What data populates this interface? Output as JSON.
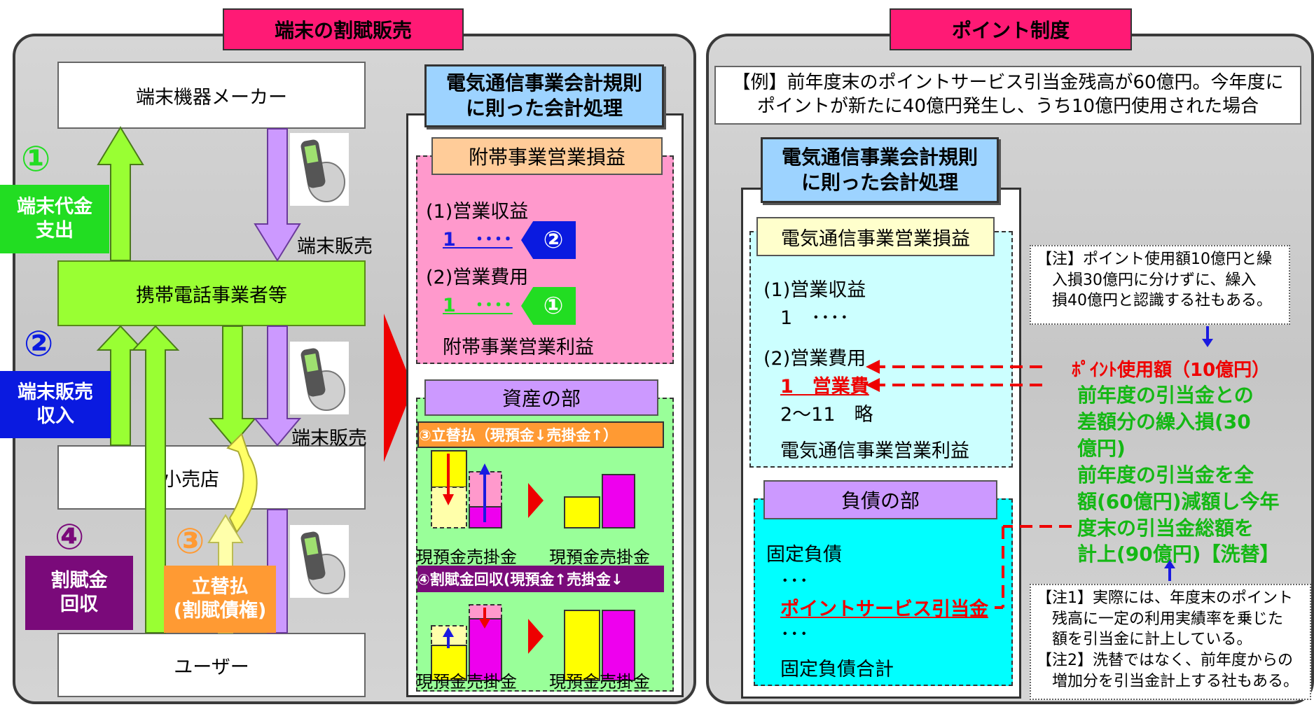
{
  "left": {
    "tab_title": "端末の割賦販売",
    "maker": "端末機器メーカー",
    "carrier": "携帯電話事業者等",
    "retailer": "小売店",
    "user": "ユーザー",
    "sale_label_1": "端末販売",
    "sale_label_2": "端末販売",
    "steps": [
      {
        "num": "①",
        "label": "端末代金\n支出",
        "color": "#22dd22"
      },
      {
        "num": "②",
        "label": "端末販売\n収入",
        "color": "#0a1ae0"
      },
      {
        "num": "③",
        "label": "立替払\n(割賦債権)",
        "color": "#ff9a33"
      },
      {
        "num": "④",
        "label": "割賦金\n回収",
        "color": "#7a0a7a"
      }
    ],
    "accounting": {
      "title": "電気通信事業会計規則\nに則った会計処理",
      "pl_header": "附帯事業営業損益",
      "revenue": "(1)営業収益",
      "revenue_item": "1　････",
      "revenue_badge": "②",
      "expense": "(2)営業費用",
      "expense_item": "1　････",
      "expense_badge": "①",
      "profit": "附帯事業営業利益",
      "assets_header": "資産の部",
      "sub3": "③立替払（現預金↓売掛金↑）",
      "sub4": "④割賦金回収(現預金↑売掛金↓",
      "bar_label": "現預金売掛金"
    }
  },
  "right": {
    "tab_title": "ポイント制度",
    "example": "【例】前年度末のポイントサービス引当金残高が60億円。今年度に\nポイントが新たに40億円発生し、うち10億円使用された場合",
    "accounting_title": "電気通信事業会計規則\nに則った会計処理",
    "pl_header": "電気通信事業営業損益",
    "revenue": "(1)営業収益",
    "revenue_item": "1　････",
    "expense": "(2)営業費用",
    "expense_item": "1　営業費",
    "expense_rest": "2～11　略",
    "profit": "電気通信事業営業利益",
    "liab_header": "負債の部",
    "fixed": "固定負債",
    "dots": "･･･",
    "reserve": "ポイントサービス引当金",
    "fixed_total": "固定負債合計",
    "note_top": "【注】ポイント使用額10億円と繰\n　入損30億円に分けずに、繰入\n　損40億円と認識する社もある。",
    "red_label": "ﾎﾟｲﾝﾄ使用額（10億円）",
    "green_text_1": "前年度の引当金との\n差額分の繰入損(30\n億円)",
    "green_text_2": "前年度の引当金を全\n額(60億円)減額し今年\n度末の引当金総額を\n計上(90億円)【洗替】",
    "note_bottom": "【注1】実際には、年度末のポイント\n　残高に一定の利用実績率を乗じた\n　額を引当金に計上している。\n【注2】洗替ではなく、前年度からの\n　増加分を引当金計上する社もある。"
  }
}
